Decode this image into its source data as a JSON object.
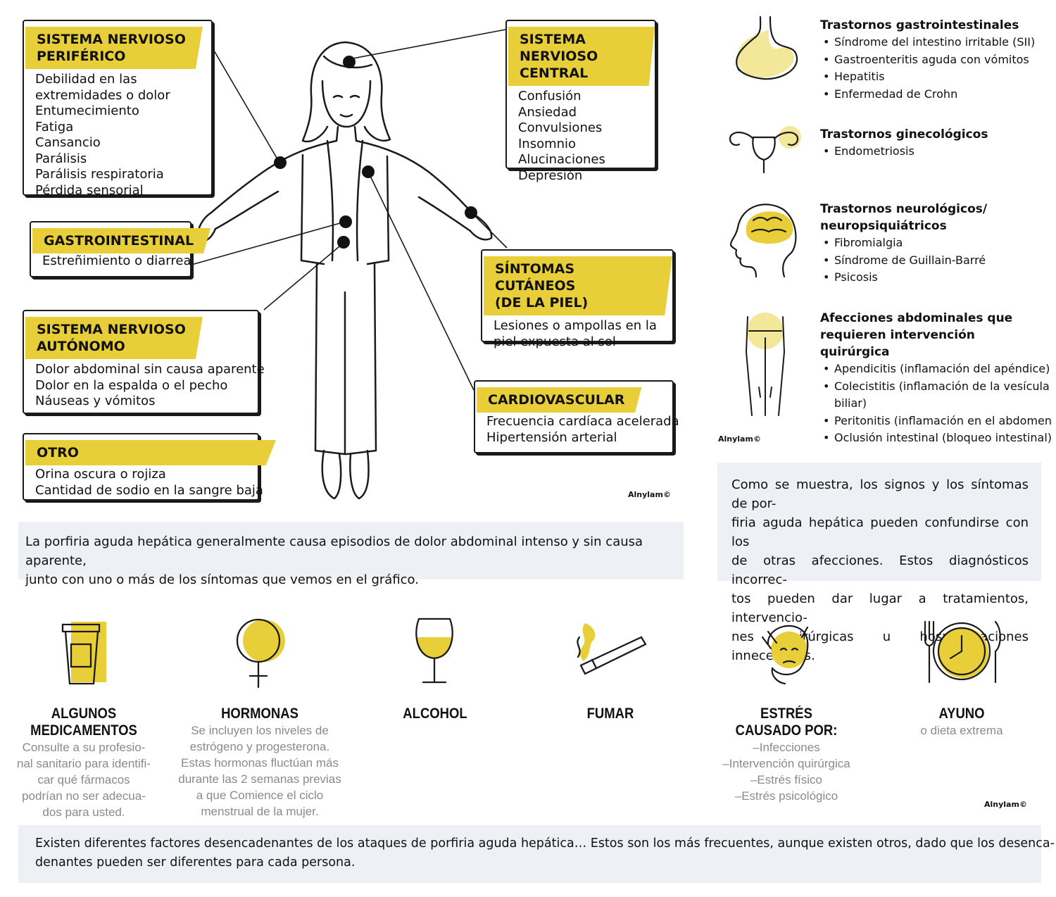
{
  "symptoms": {
    "pns": {
      "title": [
        "SISTEMA NERVIOSO",
        "PERIFÉRICO"
      ],
      "items": [
        "Debilidad en las",
        "extremidades o dolor",
        "Entumecimiento",
        "Fatiga",
        "Cansancio",
        "Parálisis",
        "Parálisis respiratoria",
        "Pérdida sensorial"
      ]
    },
    "gi": {
      "title": [
        "GASTROINTESTINAL"
      ],
      "items": [
        "Estreñimiento o diarrea"
      ]
    },
    "ans": {
      "title": [
        "SISTEMA NERVIOSO",
        "AUTÓNOMO"
      ],
      "items": [
        "Dolor abdominal sin causa aparente",
        "Dolor en la espalda o el pecho",
        "Náuseas y vómitos"
      ]
    },
    "other": {
      "title": [
        "OTRO"
      ],
      "items": [
        "Orina oscura o rojiza",
        "Cantidad de sodio en la sangre baja"
      ]
    },
    "cns": {
      "title": [
        "SISTEMA NERVIOSO",
        "CENTRAL"
      ],
      "items": [
        "Confusión",
        "Ansiedad",
        "Convulsiones",
        "Insomnio",
        "Alucinaciones",
        "Depresión"
      ]
    },
    "skin": {
      "title": [
        "SÍNTOMAS CUTÁNEOS",
        "(DE LA PIEL)"
      ],
      "items": [
        "Lesiones o ampollas en la",
        "piel expuesta al sol"
      ]
    },
    "cardio": {
      "title": [
        "CARDIOVASCULAR"
      ],
      "items": [
        "Frecuencia cardíaca acelerada",
        "Hipertensión arterial"
      ]
    }
  },
  "credits": {
    "c1": "Alnylam©",
    "c2": "Alnylam©",
    "c3": "Alnylam©"
  },
  "notes": {
    "left": [
      "La porfiria aguda hepática generalmente causa episodios de dolor abdominal intenso y sin causa aparente,",
      "junto con uno o más de los síntomas que vemos en el gráfico."
    ],
    "right": [
      "Como se muestra, los signos y los síntomas de por-",
      "firia aguda hepática pueden confundirse con los",
      "de otras afecciones. Estos diagnósticos incorrec-",
      "tos pueden dar lugar a tratamientos, intervencio-",
      "nes quirúrgicas u hospitalizaciones innecesarios."
    ],
    "bottom": [
      "Existen diferentes factores desencadenantes de los ataques de porfiria aguda hepática… Estos son los más frecuentes, aunque existen otros, dado que los desenca-",
      "denantes pueden ser diferentes para cada persona."
    ]
  },
  "conditions": [
    {
      "title": [
        "Trastornos gastrointestinales"
      ],
      "items": [
        "Síndrome del intestino irritable (SII)",
        "Gastroenteritis aguda con vómitos",
        "Hepatitis",
        "Enfermedad de Crohn"
      ]
    },
    {
      "title": [
        "Trastornos ginecológicos"
      ],
      "items": [
        "Endometriosis"
      ]
    },
    {
      "title": [
        "Trastornos neurológicos/",
        "neuropsiquiátricos"
      ],
      "items": [
        "Fibromialgia",
        "Síndrome de Guillain-Barré",
        "Psicosis"
      ]
    },
    {
      "title": [
        "Afecciones abdominales que",
        "requieren intervención",
        "quirúrgica"
      ],
      "items": [
        "Apendicitis (inflamación del apéndice)",
        "Colecistitis (inflamación de la vesícula",
        "biliar)",
        "Peritonitis (inflamación en el abdomen",
        "Oclusión intestinal (bloqueo intestinal)"
      ]
    }
  ],
  "triggers": [
    {
      "icon": "medication-cup-icon",
      "name": [
        "ALGUNOS",
        "MEDICAMENTOS"
      ],
      "desc": [
        "Consulte a su profesio-",
        "nal sanitario para identifi-",
        "car qué fármacos",
        "podrían no ser adecua-",
        "dos para usted."
      ]
    },
    {
      "icon": "female-symbol-icon",
      "name": [
        "HORMONAS"
      ],
      "desc": [
        "Se incluyen los niveles de",
        "estrógeno y progesterona.",
        "Estas hormonas fluctúan más",
        "durante las 2 semanas previas",
        "a que Comience el ciclo",
        "menstrual de la mujer."
      ]
    },
    {
      "icon": "wine-glass-icon",
      "name": [
        "ALCOHOL"
      ],
      "desc": []
    },
    {
      "icon": "cigarette-icon",
      "name": [
        "FUMAR"
      ],
      "desc": []
    },
    {
      "icon": "stressed-face-icon",
      "name": [
        "ESTRÉS",
        "CAUSADO POR:"
      ],
      "desc": [
        "–Infecciones",
        "–Intervención quirúrgica",
        "–Estrés físico",
        "–Estrés psicológico"
      ]
    },
    {
      "icon": "plate-clock-icon",
      "name": [
        "AYUNO"
      ],
      "desc": [
        "o dieta extrema"
      ]
    }
  ],
  "colors": {
    "accent": "#e8cf3a",
    "accent_light": "#f3e79a",
    "line": "#1a1a1a",
    "note_bg": "#eef0f6",
    "muted_text": "#8a8a8a"
  }
}
